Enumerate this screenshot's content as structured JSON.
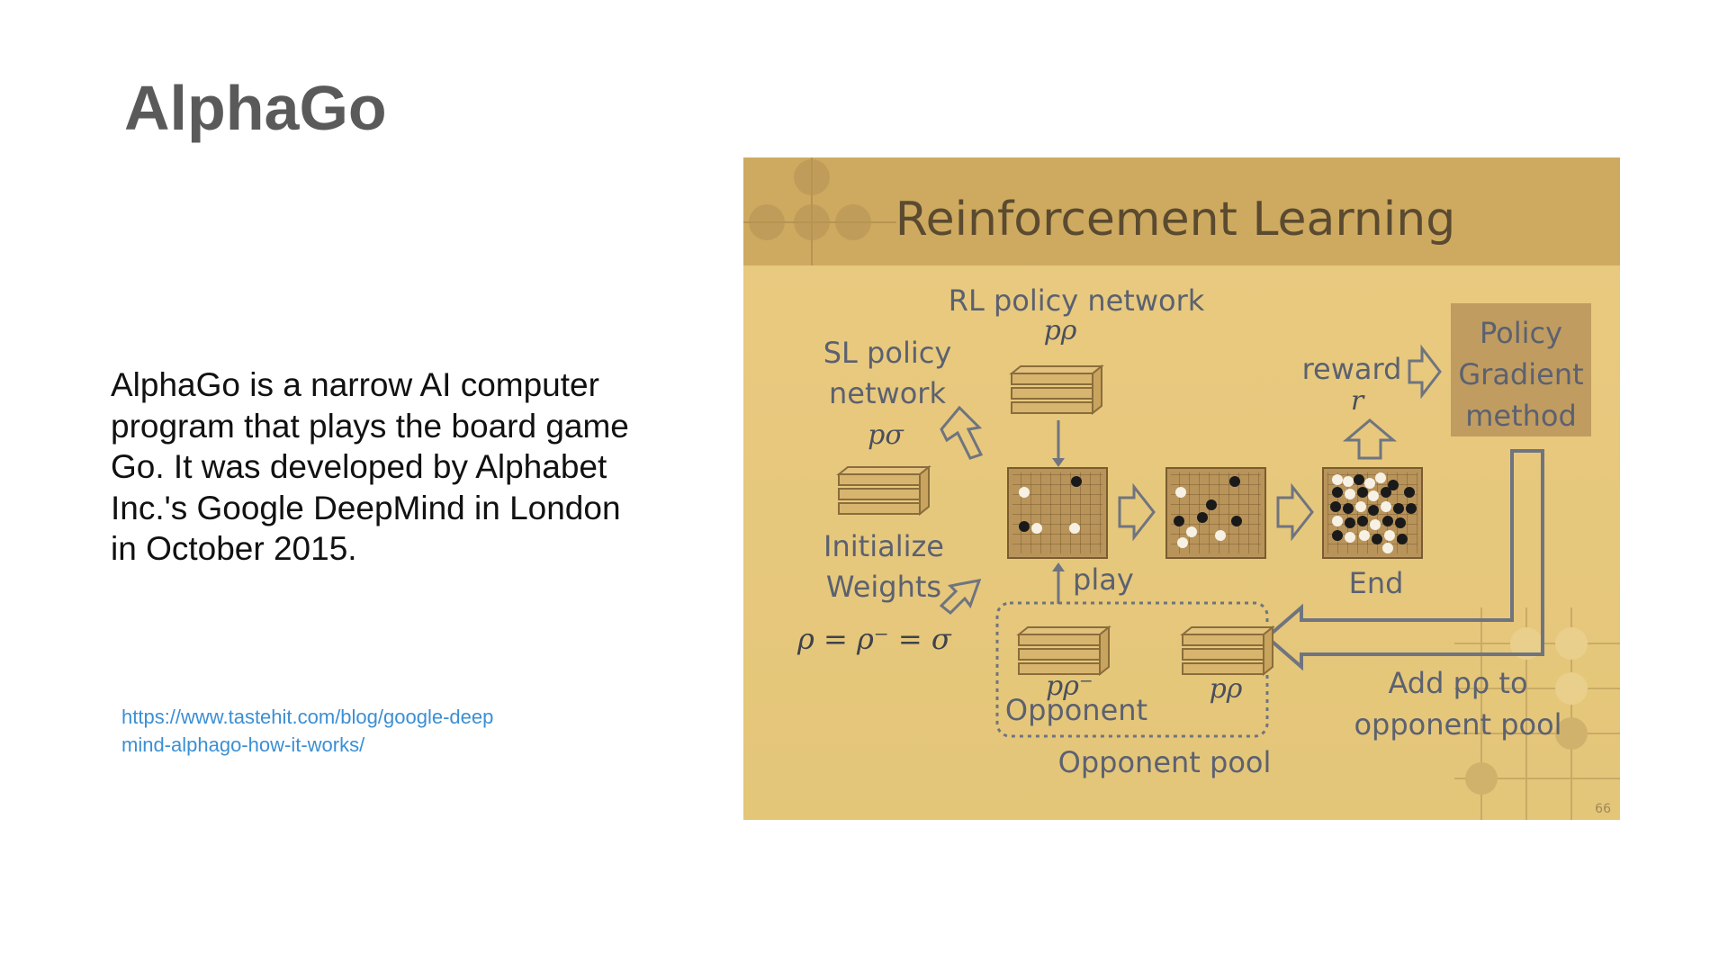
{
  "slide": {
    "title": "AlphaGo",
    "body": "AlphaGo is a narrow AI computer program that plays the board game Go. It was developed by Alphabet Inc.'s Google DeepMind in London in October 2015.",
    "link": "https://www.tastehit.com/blog/google-deepmind-alphago-how-it-works/"
  },
  "figure": {
    "header": "Reinforcement Learning",
    "rl_policy_label": "RL policy network",
    "rl_policy_symbol": "pρ",
    "sl_policy_label_1": "SL policy",
    "sl_policy_label_2": "network",
    "sl_policy_symbol": "pσ",
    "init_label_1": "Initialize",
    "init_label_2": "Weights",
    "equation": "ρ = ρ⁻ = σ",
    "reward_label": "reward",
    "reward_symbol": "r",
    "policy_gradient_1": "Policy",
    "policy_gradient_2": "Gradient",
    "policy_gradient_3": "method",
    "play_label": "play",
    "end_label": "End",
    "opponent_symbol": "pρ⁻",
    "opponent_label": "Opponent",
    "pool_member_symbol": "pρ",
    "add_label_1": "Add pρ to",
    "add_label_2": "opponent pool",
    "pool_label": "Opponent pool",
    "page_number": "66"
  },
  "colors": {
    "title": "#5a5a5a",
    "link": "#3b8fd4",
    "figure_bg": "#e8c97e",
    "header_band": "#c9a55a",
    "box_fill": "#b9945a",
    "diagram_stroke": "#6f7480"
  }
}
